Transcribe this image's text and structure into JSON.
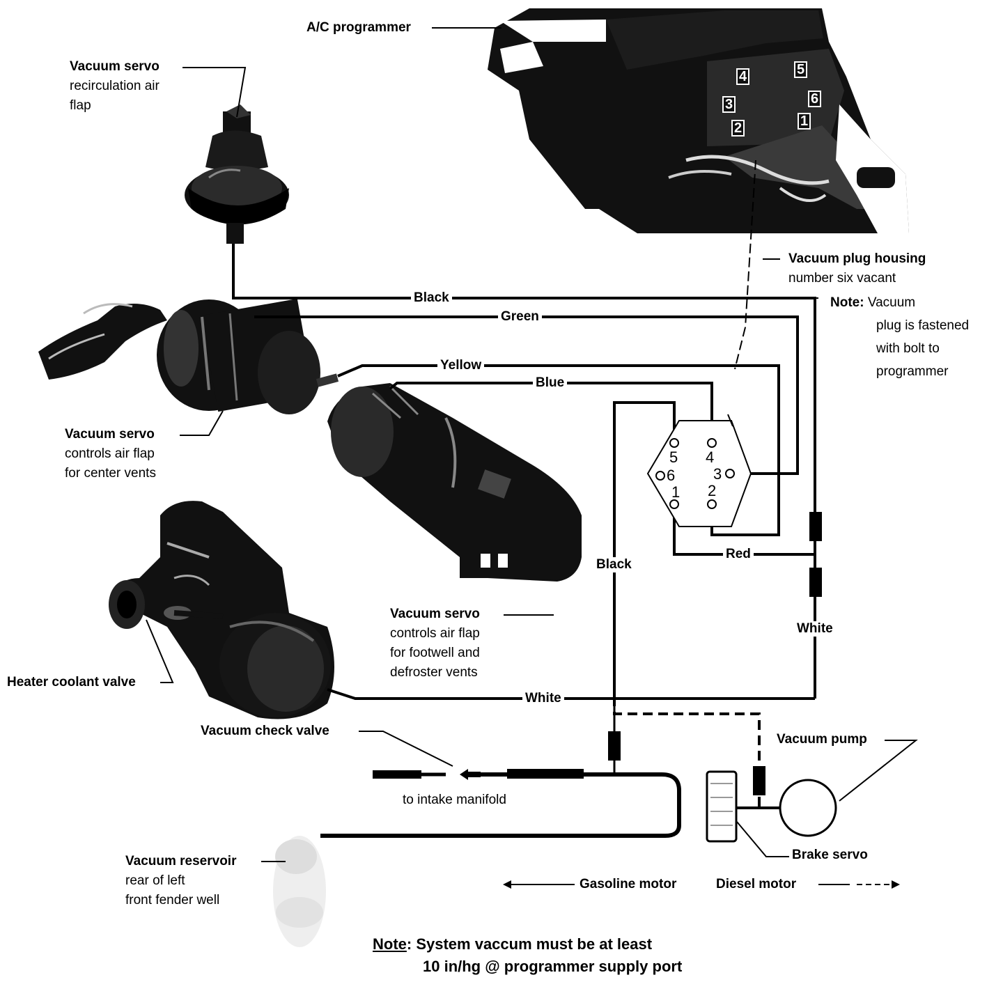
{
  "labels": {
    "ac_programmer": "A/C programmer",
    "servo_recirc": {
      "title": "Vacuum servo",
      "line1": "recirculation air",
      "line2": "flap"
    },
    "servo_center": {
      "title": "Vacuum servo",
      "line1": "controls air flap",
      "line2": "for center vents"
    },
    "servo_footwell": {
      "title": "Vacuum servo",
      "line1": "controls air flap",
      "line2": "for footwell and",
      "line3": "defroster vents"
    },
    "heater_valve": "Heater coolant valve",
    "check_valve": "Vacuum check valve",
    "intake": "to intake manifold",
    "reservoir": {
      "title": "Vacuum reservoir",
      "line1": "rear of left",
      "line2": "front fender well"
    },
    "plug_housing": {
      "title": "Vacuum plug housing",
      "line1": "number six vacant"
    },
    "plug_note": {
      "title": "Note:",
      "line1": "Vacuum",
      "line2": "plug is fastened",
      "line3": "with bolt to",
      "line4": "programmer"
    },
    "vacuum_pump": "Vacuum pump",
    "brake_servo": "Brake servo",
    "gasoline_motor": "Gasoline motor",
    "diesel_motor": "Diesel motor"
  },
  "wires": {
    "black_top": "Black",
    "green": "Green",
    "yellow": "Yellow",
    "blue": "Blue",
    "black_mid": "Black",
    "red": "Red",
    "white_right": "White",
    "white_bottom": "White"
  },
  "connector_ports": [
    "1",
    "2",
    "3",
    "4",
    "5",
    "6"
  ],
  "programmer_ports": [
    "4",
    "5",
    "3",
    "6",
    "2",
    "1"
  ],
  "bottom_note": {
    "title": "Note",
    "line1": ": System vaccum must be at least",
    "line2": "10 in/hg @ programmer supply port"
  }
}
